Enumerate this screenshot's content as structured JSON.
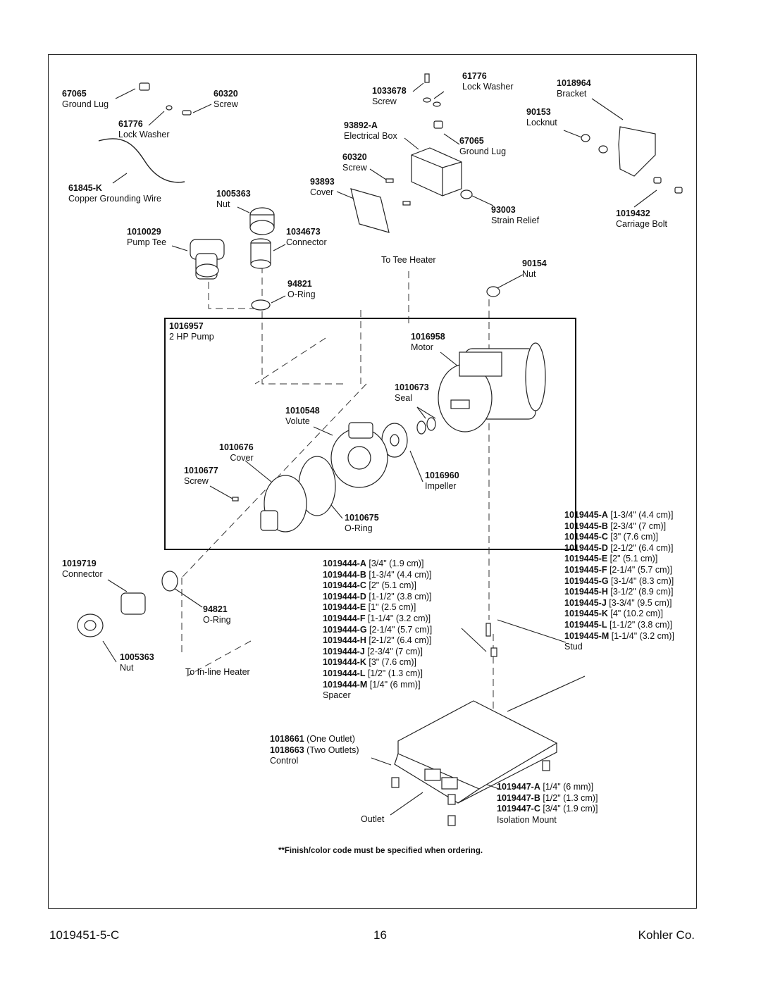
{
  "parts": {
    "ground_lug_left": {
      "num": "67065",
      "name": "Ground Lug"
    },
    "screw_top_left": {
      "num": "60320",
      "name": "Screw"
    },
    "lock_washer_left": {
      "num": "61776",
      "name": "Lock Washer"
    },
    "copper_wire": {
      "num": "61845-K",
      "name": "Copper Grounding Wire"
    },
    "nut_top": {
      "num": "1005363",
      "name": "Nut"
    },
    "pump_tee": {
      "num": "1010029",
      "name": "Pump Tee"
    },
    "connector_top": {
      "num": "1034673",
      "name": "Connector"
    },
    "oring_top": {
      "num": "94821",
      "name": "O-Ring"
    },
    "screw_box": {
      "num": "1033678",
      "name": "Screw"
    },
    "lock_washer_box": {
      "num": "61776",
      "name": "Lock Washer"
    },
    "electrical_box": {
      "num": "93892-A",
      "name": "Electrical Box"
    },
    "ground_lug_box": {
      "num": "67065",
      "name": "Ground Lug"
    },
    "screw_cover": {
      "num": "60320",
      "name": "Screw"
    },
    "cover_box": {
      "num": "93893",
      "name": "Cover"
    },
    "strain_relief": {
      "num": "93003",
      "name": "Strain Relief"
    },
    "bracket": {
      "num": "1018964",
      "name": "Bracket"
    },
    "locknut": {
      "num": "90153",
      "name": "Locknut"
    },
    "carriage_bolt": {
      "num": "1019432",
      "name": "Carriage Bolt"
    },
    "nut_right": {
      "num": "90154",
      "name": "Nut"
    },
    "pump": {
      "num": "1016957",
      "name": "2 HP Pump"
    },
    "motor": {
      "num": "1016958",
      "name": "Motor"
    },
    "seal": {
      "num": "1010673",
      "name": "Seal"
    },
    "volute": {
      "num": "1010548",
      "name": "Volute"
    },
    "pump_cover": {
      "num": "1010676",
      "name": "Cover"
    },
    "pump_screw": {
      "num": "1010677",
      "name": "Screw"
    },
    "impeller": {
      "num": "1016960",
      "name": "Impeller"
    },
    "pump_oring": {
      "num": "1010675",
      "name": "O-Ring"
    },
    "connector_bottom": {
      "num": "1019719",
      "name": "Connector"
    },
    "oring_bottom": {
      "num": "94821",
      "name": "O-Ring"
    },
    "nut_bottom": {
      "num": "1005363",
      "name": "Nut"
    }
  },
  "callouts": {
    "to_tee_heater": "To Tee Heater",
    "to_inline_heater": "To In-line Heater",
    "outlet": "Outlet"
  },
  "spacer": {
    "rows": [
      {
        "num": "1019444-A",
        "size": "[3/4\" (1.9 cm)]"
      },
      {
        "num": "1019444-B",
        "size": "[1-3/4\" (4.4 cm)]"
      },
      {
        "num": "1019444-C",
        "size": "[2\" (5.1 cm)]"
      },
      {
        "num": "1019444-D",
        "size": "[1-1/2\" (3.8 cm)]"
      },
      {
        "num": "1019444-E",
        "size": "[1\" (2.5 cm)]"
      },
      {
        "num": "1019444-F",
        "size": "[1-1/4\" (3.2 cm)]"
      },
      {
        "num": "1019444-G",
        "size": "[2-1/4\" (5.7 cm)]"
      },
      {
        "num": "1019444-H",
        "size": "[2-1/2\" (6.4 cm)]"
      },
      {
        "num": "1019444-J",
        "size": "[2-3/4\" (7 cm)]"
      },
      {
        "num": "1019444-K",
        "size": "[3\" (7.6 cm)]"
      },
      {
        "num": "1019444-L",
        "size": "[1/2\" (1.3 cm)]"
      },
      {
        "num": "1019444-M",
        "size": "[1/4\" (6 mm)]"
      }
    ],
    "caption": "Spacer"
  },
  "stud": {
    "rows": [
      {
        "num": "1019445-A",
        "size": "[1-3/4\" (4.4 cm)]"
      },
      {
        "num": "1019445-B",
        "size": "[2-3/4\" (7 cm)]"
      },
      {
        "num": "1019445-C",
        "size": "[3\" (7.6 cm)]"
      },
      {
        "num": "1019445-D",
        "size": "[2-1/2\" (6.4 cm)]"
      },
      {
        "num": "1019445-E",
        "size": "[2\" (5.1 cm)]"
      },
      {
        "num": "1019445-F",
        "size": "[2-1/4\" (5.7 cm)]"
      },
      {
        "num": "1019445-G",
        "size": "[3-1/4\" (8.3 cm)]"
      },
      {
        "num": "1019445-H",
        "size": "[3-1/2\" (8.9 cm)]"
      },
      {
        "num": "1019445-J",
        "size": "[3-3/4\" (9.5 cm)]"
      },
      {
        "num": "1019445-K",
        "size": "[4\" (10.2 cm)]"
      },
      {
        "num": "1019445-L",
        "size": "[1-1/2\" (3.8 cm)]"
      },
      {
        "num": "1019445-M",
        "size": "[1-1/4\" (3.2 cm)]"
      }
    ],
    "caption": "Stud"
  },
  "control": {
    "rows": [
      {
        "num": "1018661",
        "size": "(One Outlet)"
      },
      {
        "num": "1018663",
        "size": "(Two Outlets)"
      }
    ],
    "caption": "Control"
  },
  "isolation_mount": {
    "rows": [
      {
        "num": "1019447-A",
        "size": "[1/4\" (6 mm)]"
      },
      {
        "num": "1019447-B",
        "size": "[1/2\" (1.3 cm)]"
      },
      {
        "num": "1019447-C",
        "size": "[3/4\" (1.9 cm)]"
      }
    ],
    "caption": "Isolation Mount"
  },
  "footnote": "**Finish/color code must be specified when ordering.",
  "footer": {
    "doc_number": "1019451-5-C",
    "page": "16",
    "company": "Kohler Co."
  }
}
